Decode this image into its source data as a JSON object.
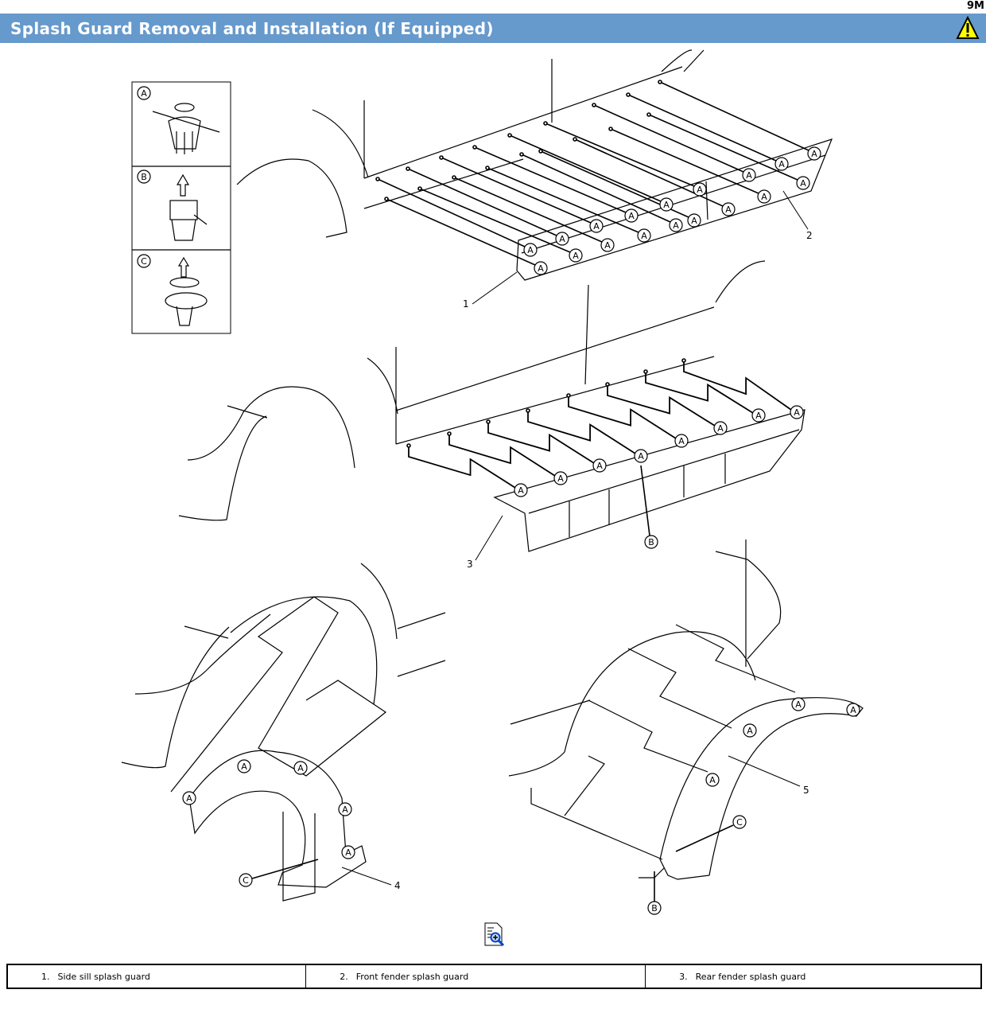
{
  "page_code": "9M",
  "header": {
    "title": "Splash Guard Removal and Installation (If Equipped)",
    "warning_icon": "warning-triangle-icon",
    "bar_color": "#6699cc"
  },
  "figure": {
    "inset_labels": [
      "A",
      "B",
      "C"
    ],
    "callouts": {
      "A": "A",
      "B": "B",
      "C": "C"
    },
    "part_numbers": [
      "1",
      "2",
      "3",
      "4",
      "5"
    ]
  },
  "zoom_icon": "zoom-in-document-icon",
  "legend": [
    {
      "num": "1.",
      "label": "Side sill splash guard"
    },
    {
      "num": "2.",
      "label": "Front fender splash guard"
    },
    {
      "num": "3.",
      "label": "Rear fender splash guard"
    }
  ]
}
